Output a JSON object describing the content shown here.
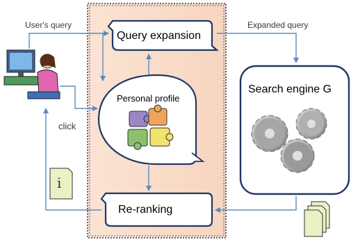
{
  "labels": {
    "users_query": "User's query",
    "expanded_query": "Expanded query",
    "click": "click"
  },
  "boxes": {
    "query_expansion": "Query expansion",
    "personal_profile": "Personal profile",
    "search_engine": "Search engine G",
    "re_ranking": "Re-ranking"
  },
  "icons": {
    "user": "person-at-computer-icon",
    "info_doc": "info-document-icon",
    "result_docs": "result-documents-icon",
    "puzzle": "puzzle-pieces-icon",
    "gears": "gears-icon"
  },
  "colors": {
    "panel_fill": "#fbe3d3",
    "panel_border": "#2f3f5f",
    "box_stroke": "#1f3864",
    "arrow": "#5b8bbf"
  }
}
